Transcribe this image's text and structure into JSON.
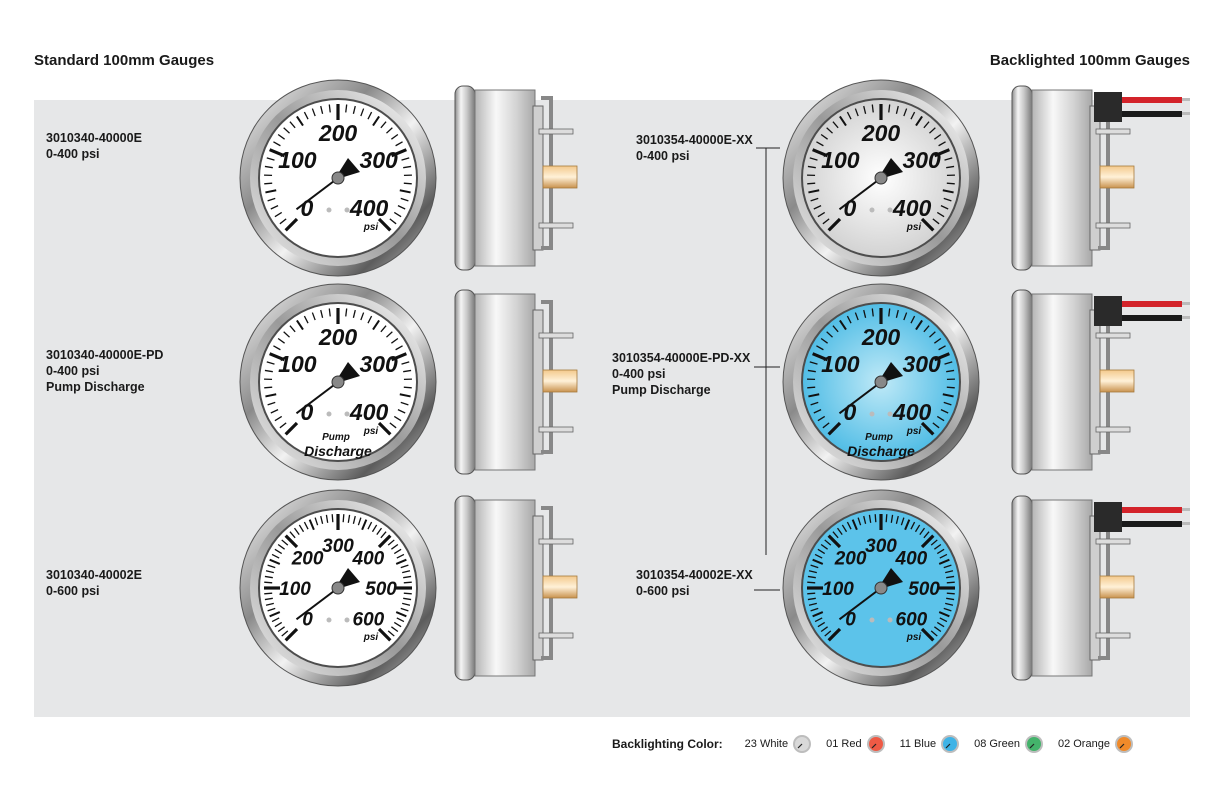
{
  "headers": {
    "left": "Standard 100mm Gauges",
    "right": "Backlighted 100mm Gauges"
  },
  "gauges": [
    {
      "part": "3010340-40000E",
      "range": "0-400 psi",
      "desc": "",
      "scale": [
        "0",
        "100",
        "200",
        "300",
        "400"
      ],
      "face": "#ffffff",
      "wired": false,
      "caption": ""
    },
    {
      "part": "3010340-40000E-PD",
      "range": "0-400 psi",
      "desc": "Pump Discharge",
      "scale": [
        "0",
        "100",
        "200",
        "300",
        "400"
      ],
      "face": "#ffffff",
      "wired": false,
      "caption": [
        "Pump",
        "Discharge"
      ]
    },
    {
      "part": "3010340-40002E",
      "range": "0-600 psi",
      "desc": "",
      "scale": [
        "0",
        "100",
        "200",
        "300",
        "400",
        "500",
        "600"
      ],
      "face": "#ffffff",
      "wired": false,
      "caption": ""
    },
    {
      "part": "3010354-40000E-XX",
      "range": "0-400 psi",
      "desc": "",
      "scale": [
        "0",
        "100",
        "200",
        "300",
        "400"
      ],
      "face": "#e4e4e4",
      "wired": true,
      "caption": ""
    },
    {
      "part": "3010354-40000E-PD-XX",
      "range": "0-400 psi",
      "desc": "Pump Discharge",
      "scale": [
        "0",
        "100",
        "200",
        "300",
        "400"
      ],
      "face": "#5cc6e6",
      "wired": true,
      "caption": [
        "Pump",
        "Discharge"
      ]
    },
    {
      "part": "3010354-40002E-XX",
      "range": "0-600 psi",
      "desc": "",
      "scale": [
        "0",
        "100",
        "200",
        "300",
        "400",
        "500",
        "600"
      ],
      "face": "#5cc3ea",
      "wired": true,
      "caption": ""
    }
  ],
  "unit": "psi",
  "legend": {
    "title": "Backlighting Color:",
    "items": [
      {
        "label": "23 White",
        "color": "#d9d9d9"
      },
      {
        "label": "01 Red",
        "color": "#ee5a45"
      },
      {
        "label": "11 Blue",
        "color": "#3fb3e6"
      },
      {
        "label": "08 Green",
        "color": "#44b36b"
      },
      {
        "label": "02 Orange",
        "color": "#f08a2a"
      }
    ]
  }
}
